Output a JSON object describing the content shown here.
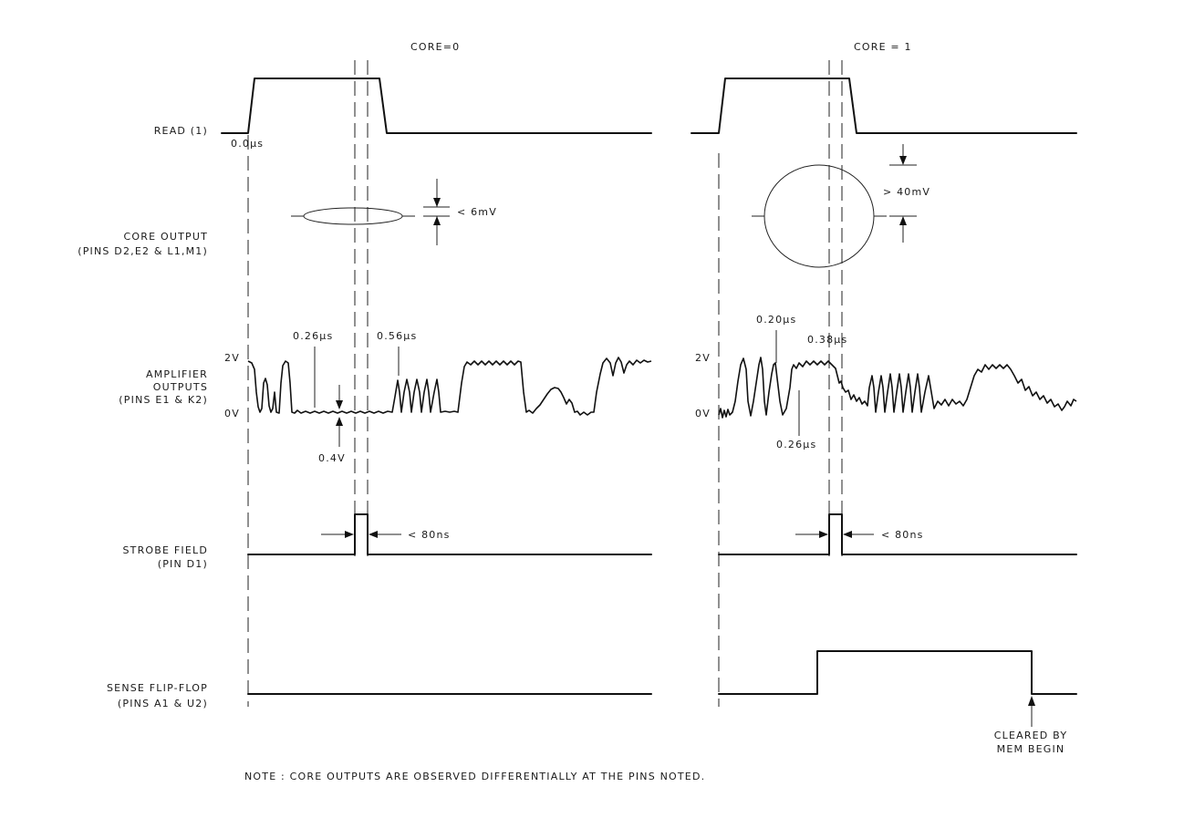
{
  "headers": {
    "core0": "CORE=0",
    "core1": "CORE = 1"
  },
  "signals": {
    "read": "READ (1)",
    "core_output": [
      "CORE OUTPUT",
      "(PINS D2,E2 & L1,M1)"
    ],
    "amplifier_outputs": [
      "AMPLIFIER",
      "OUTPUTS",
      "(PINS E1 & K2)"
    ],
    "strobe_field": [
      "STROBE FIELD",
      "(PIN D1)"
    ],
    "sense_flip_flop": [
      "SENSE FLIP-FLOP",
      "(PINS A1 & U2)"
    ]
  },
  "annotations": {
    "t0": "0.0µs",
    "core0_output": "< 6mV",
    "core1_output": "> 40mV",
    "v2_left": "2V",
    "v0_left": "0V",
    "v2_right": "2V",
    "v0_right": "0V",
    "t026_left": "0.26µs",
    "t056": "0.56µs",
    "v04": "0.4V",
    "t020": "0.20µs",
    "t038": "0.38µs",
    "t026_right": "0.26µs",
    "strobe_left": "< 80ns",
    "strobe_right": "< 80ns",
    "cleared_by": [
      "CLEARED BY",
      "MEM BEGIN"
    ]
  },
  "note": "NOTE : CORE OUTPUTS ARE OBSERVED DIFFERENTIALLY AT THE PINS NOTED."
}
